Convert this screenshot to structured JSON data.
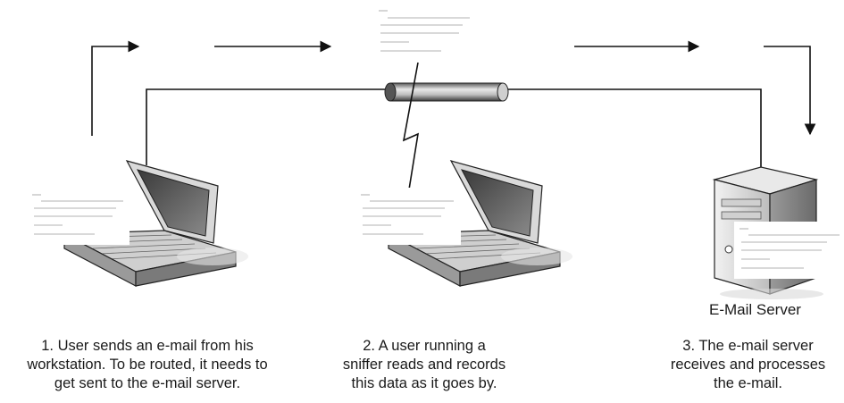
{
  "server_label": "E-Mail Server",
  "captions": [
    {
      "lines": [
        "1. User sends an e-mail from his",
        "workstation. To be routed, it needs to",
        "get sent to the e-mail server."
      ]
    },
    {
      "lines": [
        "2. A user running a",
        "sniffer reads and records",
        "this data as it goes by."
      ]
    },
    {
      "lines": [
        "3. The e-mail server",
        "receives and processes",
        "the e-mail."
      ]
    }
  ]
}
